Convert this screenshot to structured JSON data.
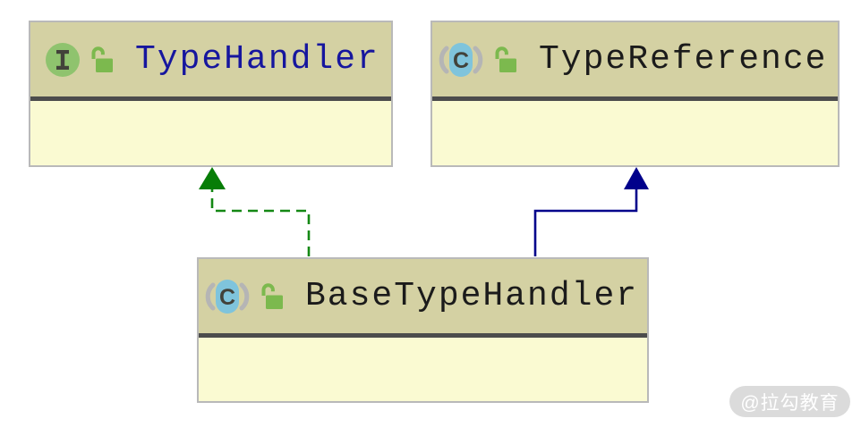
{
  "app": {
    "type": "uml-class-diagram"
  },
  "diagram": {
    "nodes": [
      {
        "name": "TypeHandler",
        "kind": "interface",
        "visibility": "public",
        "icon": "interface-icon",
        "lock_icon": "unlocked-icon",
        "title_style": "color:#16169e"
      },
      {
        "name": "TypeReference",
        "kind": "class",
        "visibility": "public",
        "icon": "class-icon",
        "lock_icon": "unlocked-icon",
        "title_style": "color:#1b1b1b"
      },
      {
        "name": "BaseTypeHandler",
        "kind": "class",
        "visibility": "public",
        "icon": "class-icon",
        "lock_icon": "unlocked-icon",
        "title_style": "color:#1b1b1b"
      }
    ],
    "edges": [
      {
        "from": "BaseTypeHandler",
        "to": "TypeHandler",
        "relation": "implements",
        "line_style": "dashed",
        "color": "#148814",
        "arrow_color": "#077d07"
      },
      {
        "from": "BaseTypeHandler",
        "to": "TypeReference",
        "relation": "extends",
        "line_style": "solid",
        "color": "#00008b",
        "arrow_color": "#00008b"
      }
    ]
  },
  "watermark": {
    "text": "@拉勾教育",
    "bg": "#d9d9d9",
    "fg": "#ffffff"
  },
  "colors": {
    "canvas_bg": "#ffffff",
    "node_header_bg": "#d4d1a3",
    "node_body_bg": "#fafad2",
    "node_border": "#b9b9b9",
    "node_separator": "#4c4c4c",
    "interface_title": "#16169e",
    "class_title": "#1b1b1b",
    "interface_icon_green": "#8fc36e",
    "class_icon_blue": "#7fc4dc",
    "icon_letter_gray": "#42423a",
    "paren_gray": "#b5b5b5",
    "lock_green": "#7cb94e",
    "implements_edge": "#148814",
    "implements_arrow": "#077d07",
    "extends_edge": "#00008b"
  }
}
